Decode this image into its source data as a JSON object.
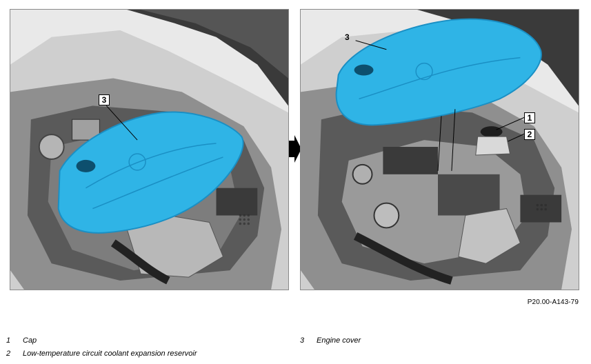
{
  "figure": {
    "id": "P20.00-A143-79"
  },
  "callouts": {
    "left": [
      {
        "label": "3"
      }
    ],
    "right": [
      {
        "label": "3"
      },
      {
        "label": "1"
      },
      {
        "label": "2"
      }
    ]
  },
  "legend": [
    {
      "number": "1",
      "text": "Cap"
    },
    {
      "number": "2",
      "text": "Low-temperature circuit coolant expansion reservoir"
    },
    {
      "number": "3",
      "text": "Engine cover"
    }
  ],
  "colors": {
    "cover_blue": "#2fb4e6",
    "cover_blue_dark": "#1a8fc4",
    "engine_gray": "#9a9a9a",
    "engine_dark": "#2e2e2e",
    "arrow": "#000000"
  }
}
